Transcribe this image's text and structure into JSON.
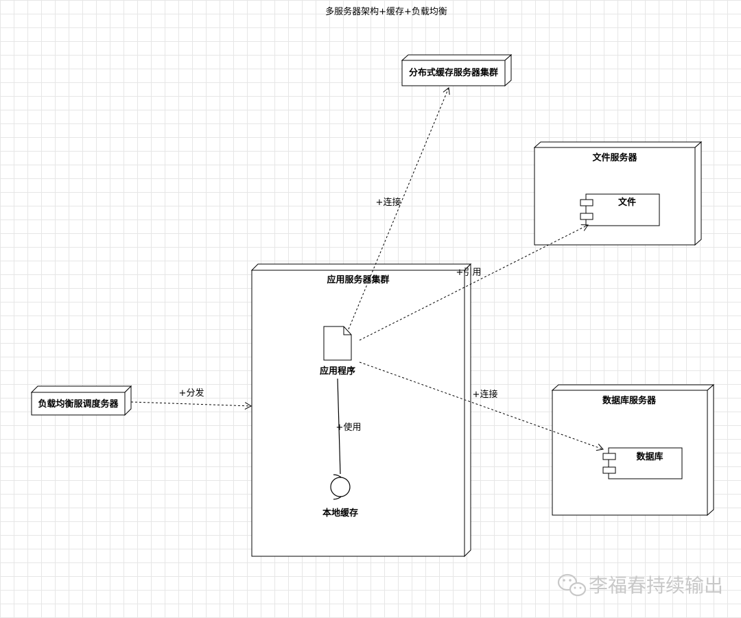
{
  "title": "多服务器架构+缓存+负载均衡",
  "nodes": {
    "cache_cluster": "分布式缓存服务器集群",
    "file_server": "文件服务器",
    "app_cluster": "应用服务器集群",
    "db_server": "数据库服务器",
    "load_balancer": "负载均衡服调度务器"
  },
  "components": {
    "file": "文件",
    "database": "数据库",
    "app_program": "应用程序",
    "local_cache": "本地缓存"
  },
  "edges": {
    "to_cache": "+连接",
    "to_file": "+引用",
    "to_db": "+连接",
    "dispatch": "+分发",
    "use": "+使用"
  },
  "watermark": "李福春持续输出",
  "colors": {
    "line": "#000000",
    "watermark": "#c8c8c8",
    "grid": "#e6e6e6"
  }
}
